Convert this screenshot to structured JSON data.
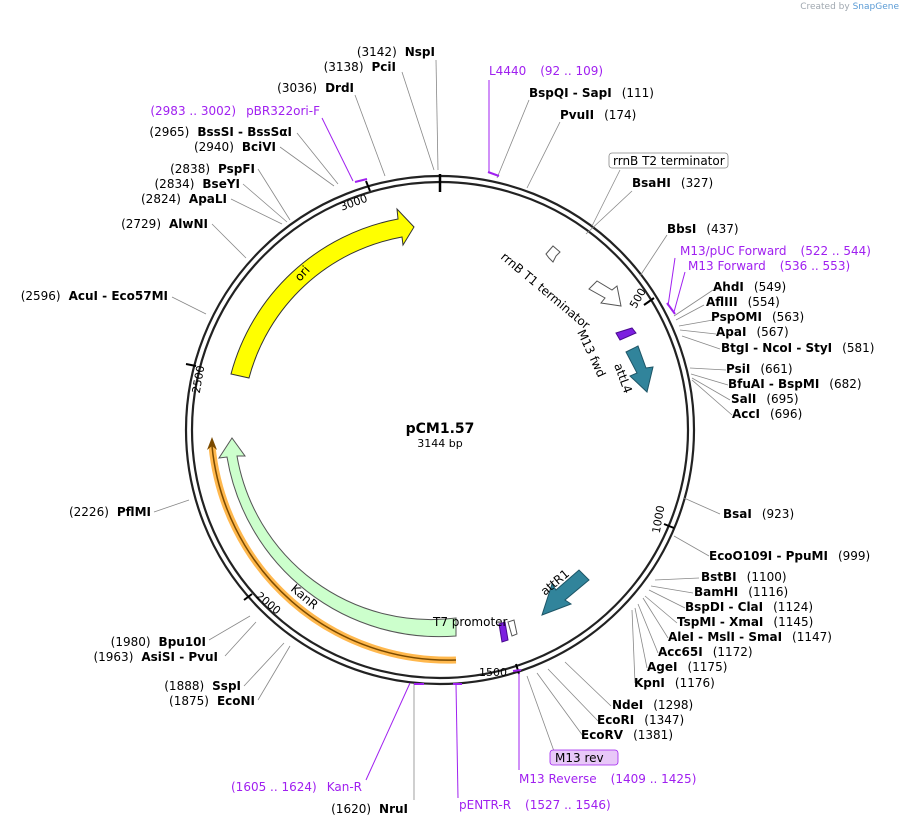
{
  "credit": {
    "prefix": "Created by",
    "brand": "SnapGene"
  },
  "plasmid": {
    "name": "pCM1.57",
    "length_label": "3144 bp",
    "length": 3144
  },
  "colors": {
    "ori": "#ffff00",
    "kanr": "#ccffcc",
    "att": "#31849b",
    "primer_arrow": "#7c1fe0",
    "primer_text": "#a020f0",
    "orange": "#ffb84d",
    "brown": "#7a4a00"
  },
  "ruler": [
    "500",
    "1000",
    "1500",
    "2000",
    "2500",
    "3000"
  ],
  "enzymes": [
    {
      "id": "nspi",
      "name": "NspI",
      "pos": "(3142)"
    },
    {
      "id": "pcii",
      "name": "PciI",
      "pos": "(3138)"
    },
    {
      "id": "drdi",
      "name": "DrdI",
      "pos": "(3036)"
    },
    {
      "id": "bsssi",
      "name": "BssSI  -  BssSαI",
      "pos": "(2965)"
    },
    {
      "id": "bcivi",
      "name": "BciVI",
      "pos": "(2940)"
    },
    {
      "id": "pspfi",
      "name": "PspFI",
      "pos": "(2838)"
    },
    {
      "id": "bseyi",
      "name": "BseYI",
      "pos": "(2834)"
    },
    {
      "id": "apali",
      "name": "ApaLI",
      "pos": "(2824)"
    },
    {
      "id": "alwni",
      "name": "AlwNI",
      "pos": "(2729)"
    },
    {
      "id": "acui",
      "name": "AcuI  -  Eco57MI",
      "pos": "(2596)"
    },
    {
      "id": "pflmi",
      "name": "PflMI",
      "pos": "(2226)"
    },
    {
      "id": "bpu10i",
      "name": "Bpu10I",
      "pos": "(1980)"
    },
    {
      "id": "asisi",
      "name": "AsiSI  -  PvuI",
      "pos": "(1963)"
    },
    {
      "id": "sspi",
      "name": "SspI",
      "pos": "(1888)"
    },
    {
      "id": "econi",
      "name": "EcoNI",
      "pos": "(1875)"
    },
    {
      "id": "nrui",
      "name": "NruI",
      "pos": "(1620)"
    },
    {
      "id": "bspqi",
      "name": "BspQI  -  SapI",
      "pos": "(111)"
    },
    {
      "id": "pvuii",
      "name": "PvuII",
      "pos": "(174)"
    },
    {
      "id": "bsahi",
      "name": "BsaHI",
      "pos": "(327)"
    },
    {
      "id": "bbsi",
      "name": "BbsI",
      "pos": "(437)"
    },
    {
      "id": "ahdi",
      "name": "AhdI",
      "pos": "(549)"
    },
    {
      "id": "aflIII",
      "name": "AflIII",
      "pos": "(554)"
    },
    {
      "id": "pspomi",
      "name": "PspOMI",
      "pos": "(563)"
    },
    {
      "id": "apai",
      "name": "ApaI",
      "pos": "(567)"
    },
    {
      "id": "btgi",
      "name": "BtgI  -  NcoI  -  StyI",
      "pos": "(581)"
    },
    {
      "id": "psii",
      "name": "PsiI",
      "pos": "(661)"
    },
    {
      "id": "bfuai",
      "name": "BfuAI  -  BspMI",
      "pos": "(682)"
    },
    {
      "id": "sali",
      "name": "SalI",
      "pos": "(695)"
    },
    {
      "id": "acci",
      "name": "AccI",
      "pos": "(696)"
    },
    {
      "id": "bsai",
      "name": "BsaI",
      "pos": "(923)"
    },
    {
      "id": "eco0109i",
      "name": "EcoO109I  -  PpuMI",
      "pos": "(999)"
    },
    {
      "id": "bstbi",
      "name": "BstBI",
      "pos": "(1100)"
    },
    {
      "id": "bamhi",
      "name": "BamHI",
      "pos": "(1116)"
    },
    {
      "id": "bspdi",
      "name": "BspDI  -  ClaI",
      "pos": "(1124)"
    },
    {
      "id": "tspmi",
      "name": "TspMI  -  XmaI",
      "pos": "(1145)"
    },
    {
      "id": "alei",
      "name": "AleI  -  MslI  -  SmaI",
      "pos": "(1147)"
    },
    {
      "id": "acc65i",
      "name": "Acc65I",
      "pos": "(1172)"
    },
    {
      "id": "agei",
      "name": "AgeI",
      "pos": "(1175)"
    },
    {
      "id": "kpni",
      "name": "KpnI",
      "pos": "(1176)"
    },
    {
      "id": "ndei",
      "name": "NdeI",
      "pos": "(1298)"
    },
    {
      "id": "ecori",
      "name": "EcoRI",
      "pos": "(1347)"
    },
    {
      "id": "ecorv",
      "name": "EcoRV",
      "pos": "(1381)"
    }
  ],
  "primers": [
    {
      "id": "l4440",
      "name": "L4440",
      "range": "(92 .. 109)"
    },
    {
      "id": "pbr322",
      "name": "pBR322ori-F",
      "range": "(2983 .. 3002)"
    },
    {
      "id": "m13puc",
      "name": "M13/pUC Forward",
      "range": "(522 .. 544)"
    },
    {
      "id": "m13fwd",
      "name": "M13 Forward",
      "range": "(536 .. 553)"
    },
    {
      "id": "m13rev",
      "name": "M13 Reverse",
      "range": "(1409 .. 1425)"
    },
    {
      "id": "kanr",
      "name": "Kan-R",
      "range": "(1605 .. 1624)"
    },
    {
      "id": "pentr",
      "name": "pENTR-R",
      "range": "(1527 .. 1546)"
    }
  ],
  "features": {
    "ori": "ori",
    "kanr": "KanR",
    "rrnb_t2": "rrnB T2 terminator",
    "rrnb_t1": "rrnB T1 terminator",
    "m13_fwd": "M13 fwd",
    "attl4": "attL4",
    "attr1": "attR1",
    "t7": "T7 promoter",
    "m13_rev_box": "M13 rev"
  }
}
